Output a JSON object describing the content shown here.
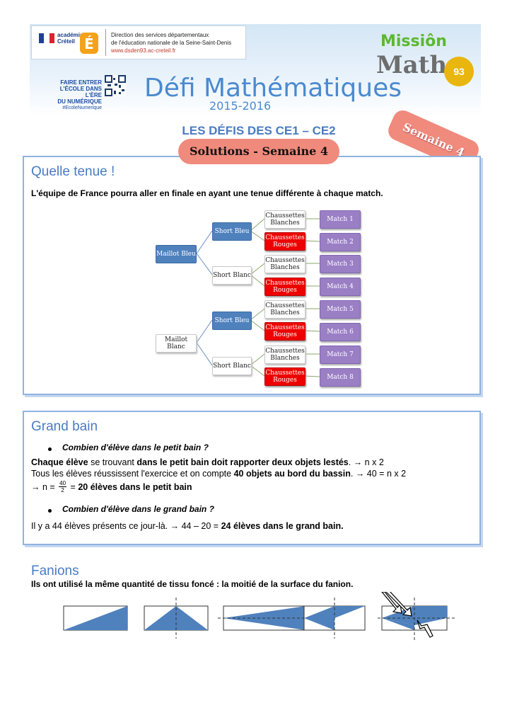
{
  "header": {
    "academie": "académie",
    "creteil": "Créteil",
    "direction_line1": "Direction des services départementaux",
    "direction_line2": "de l'éducation nationale de la Seine-Saint-Denis",
    "website": "www.dsden93.ac-creteil.fr",
    "faire_line1": "FAIRE ENTRER",
    "faire_line2": "L'ÉCOLE DANS L'ÈRE",
    "faire_line3": "DU NUMÉRIQUE",
    "hashtag": "#EcoleNumerique",
    "defi_title": "Défi Mathématiques",
    "defi_year": "2015-2016",
    "mission": "Missiôn",
    "math": "Math",
    "badge_93": "93"
  },
  "titles": {
    "main": "LES DÉFIS DES CE1 – CE2",
    "solutions": "Solutions - Semaine 4",
    "semaine": "Semaine 4"
  },
  "section1": {
    "title": "Quelle tenue !",
    "intro": "L'équipe de France pourra aller en finale en ayant une tenue différente à chaque match.",
    "tree": {
      "maillot1": "Maillot Bleu",
      "maillot2_a": "Maillot",
      "maillot2_b": "Blanc",
      "short_bleu": "Short Bleu",
      "short_blanc": "Short Blanc",
      "chaussettes_blanches_a": "Chaussettes",
      "chaussettes_blanches_b": "Blanches",
      "chaussettes_rouges_a": "Chaussettes",
      "chaussettes_rouges_b": "Rouges",
      "matches": [
        "Match 1",
        "Match 2",
        "Match 3",
        "Match 4",
        "Match 5",
        "Match 6",
        "Match 7",
        "Match 8"
      ]
    }
  },
  "section2": {
    "title": "Grand bain",
    "q1": "Combien d'élève dans le petit bain ?",
    "l1_a": "Chaque élève",
    "l1_b": " se trouvant ",
    "l1_c": "dans le petit bain doit rapporter deux objets lestés",
    "l1_d": ". → n x 2",
    "l2_a": "Tous les élèves réussissent l'exercice et on compte ",
    "l2_b": "40 objets au bord du bassin",
    "l2_c": ". → 40 = n x 2",
    "l3_a": "→ n = ",
    "frac_num": "40",
    "frac_den": "2",
    "l3_b": " = ",
    "l3_c": "20 élèves dans le petit bain",
    "q2": "Combien d'élève dans le grand bain ?",
    "l4_a": "Il y a 44 élèves présents ce jour-là. → 44 – 20 = ",
    "l4_b": "24 élèves dans le grand bain."
  },
  "section3": {
    "title": "Fanions",
    "text": "Ils ont utilisé la même quantité de tissu foncé : la moitié de la surface du fanion."
  },
  "colors": {
    "accent_blue": "#4a7bc4",
    "salmon": "#f08a7c",
    "node_blue": "#4f81bd",
    "node_red": "#ee0000",
    "node_purple": "#9a7fc5",
    "flag_fill": "#4f81bd"
  }
}
